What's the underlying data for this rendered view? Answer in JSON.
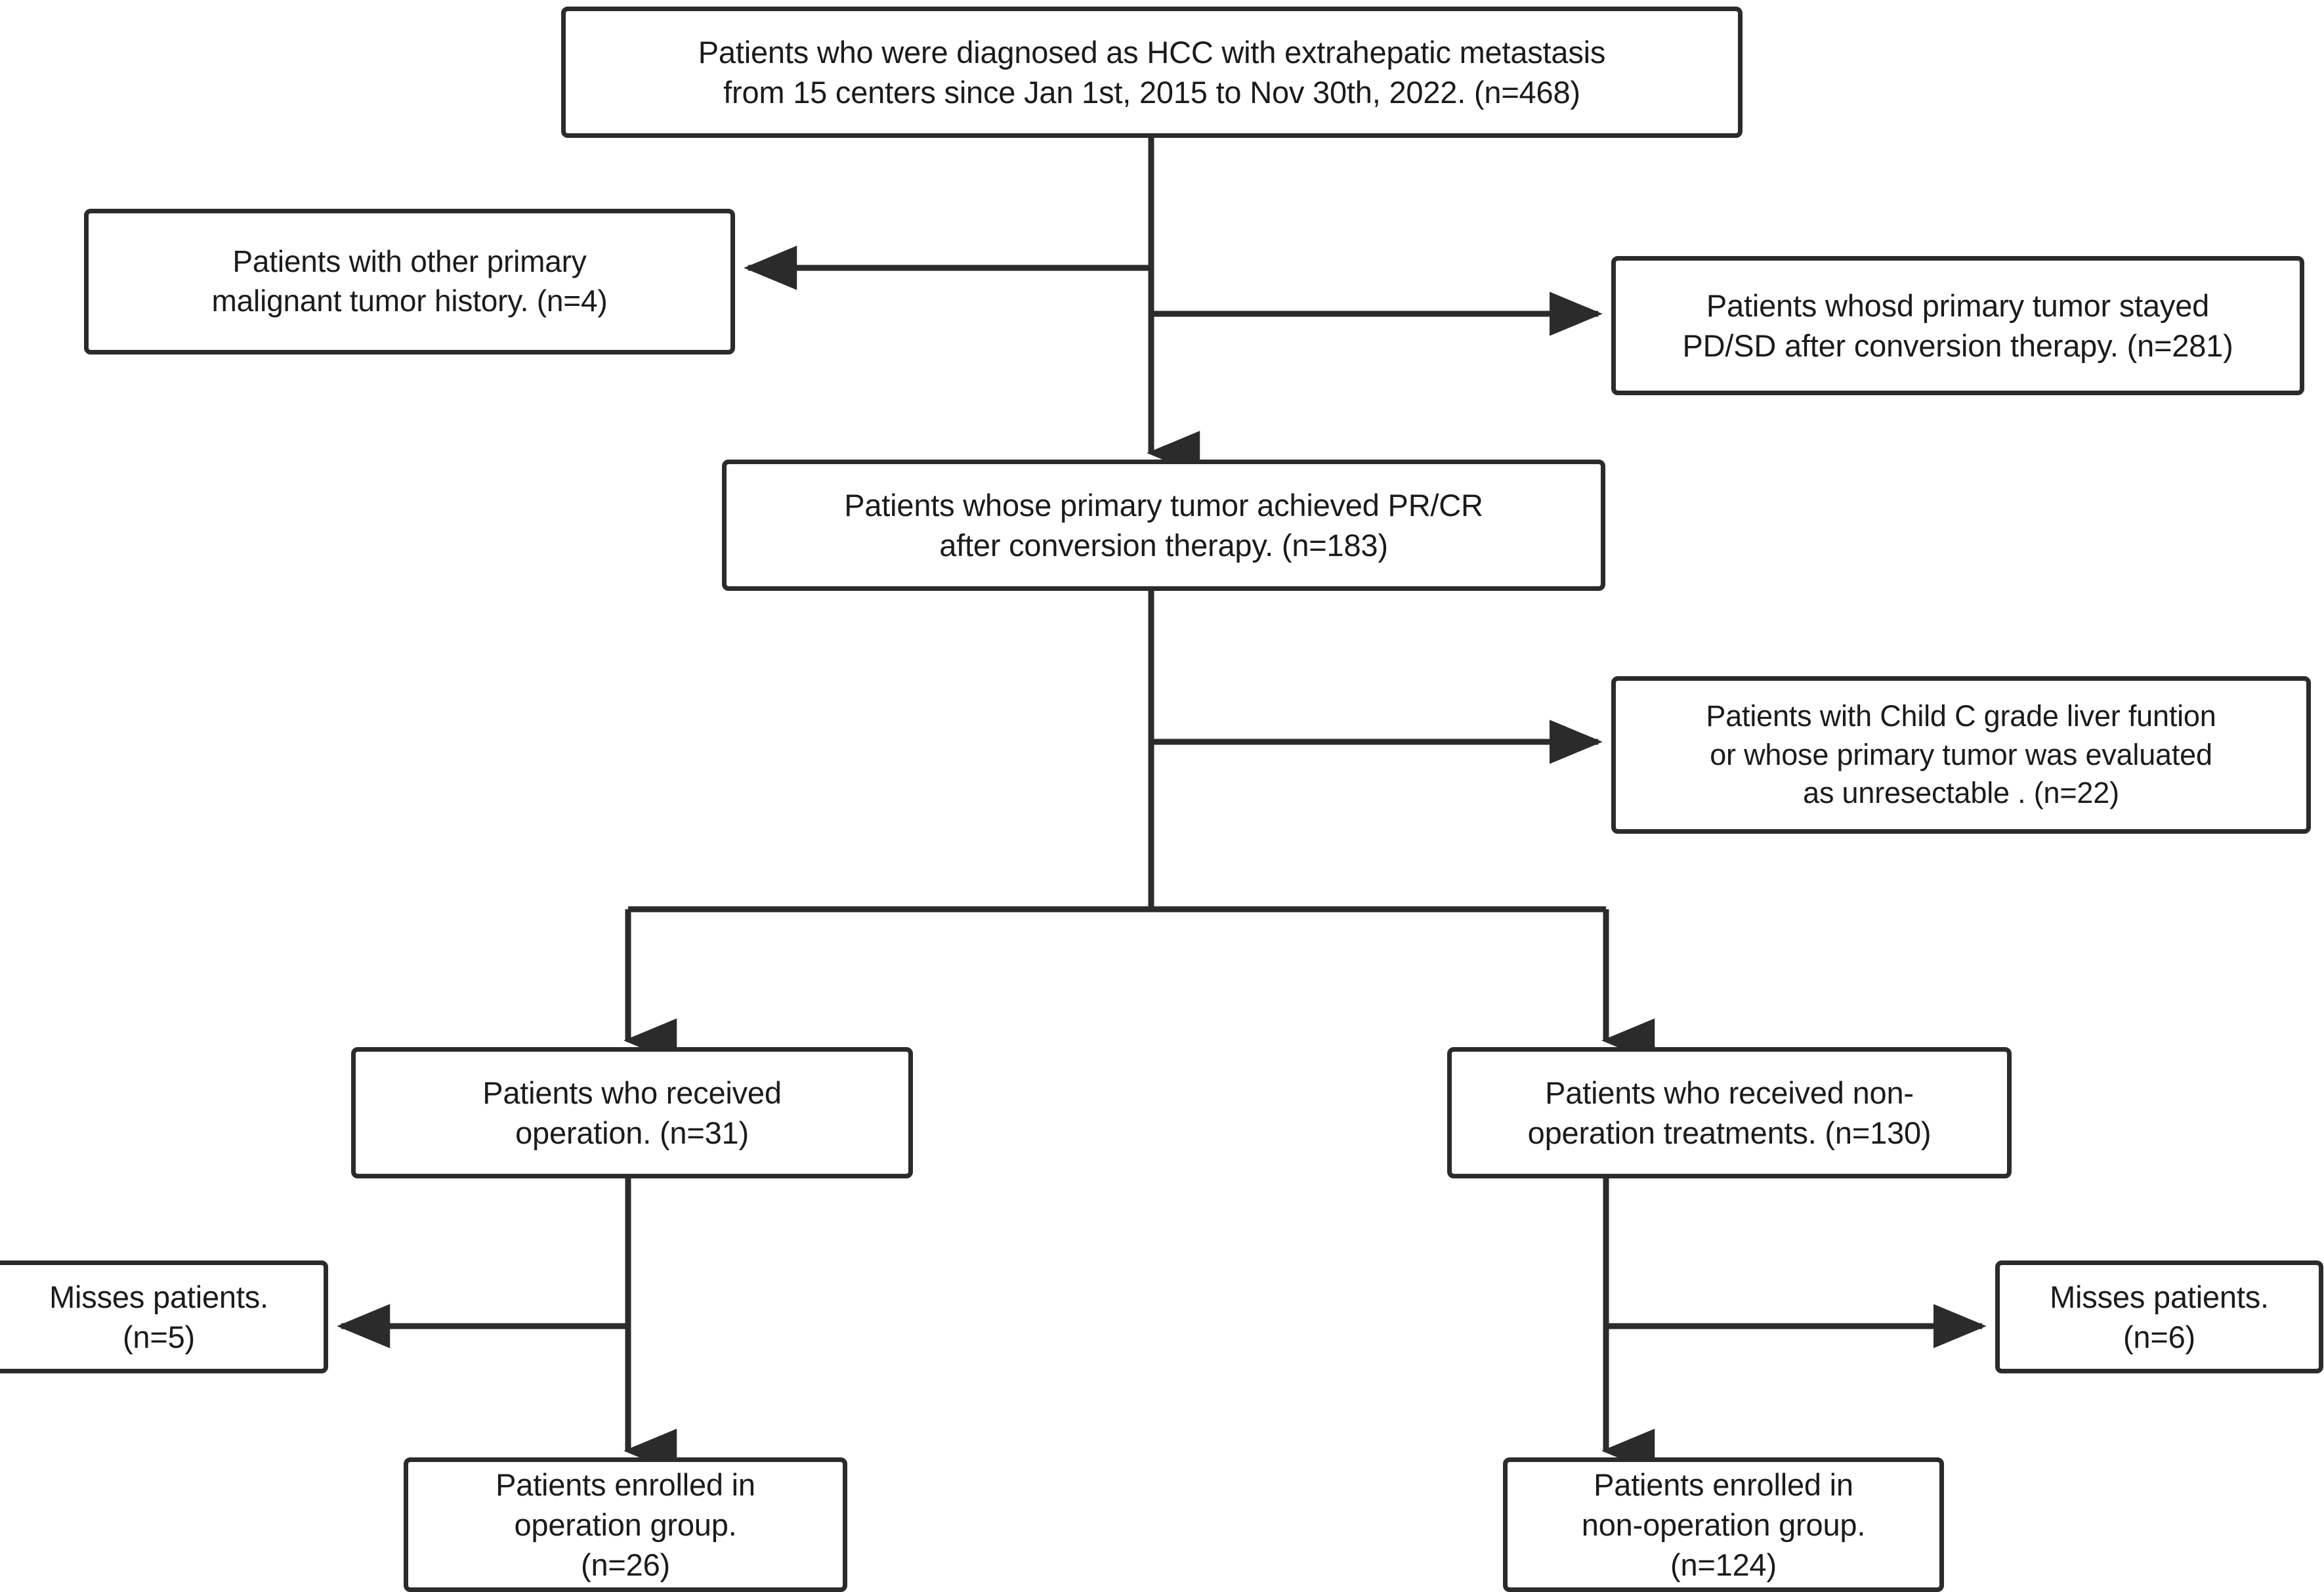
{
  "diagram": {
    "type": "flowchart",
    "title": "Patient enrollment flow diagram",
    "stroke_color": "#2b2b2b",
    "background_color": "#ffffff",
    "nodes": [
      {
        "id": "source",
        "text": "Patients who were diagnosed as HCC with extrahepatic metastasis\nfrom 15 centers since Jan 1st, 2015 to Nov 30th, 2022. (n=468)",
        "n": 468
      },
      {
        "id": "other_primary",
        "text": "Patients with other primary\nmalignant tumor history. (n=4)",
        "n": 4
      },
      {
        "id": "pdsd",
        "text": "Patients whosd primary tumor stayed\nPD/SD after conversion therapy. (n=281)",
        "n": 281
      },
      {
        "id": "prcr",
        "text": "Patients whose primary tumor achieved PR/CR\nafter conversion therapy. (n=183)",
        "n": 183
      },
      {
        "id": "childc",
        "text": "Patients with Child C grade liver funtion\nor whose primary tumor was evaluated\nas unresectable . (n=22)",
        "n": 22
      },
      {
        "id": "operation",
        "text": "Patients who received\noperation. (n=31)",
        "n": 31
      },
      {
        "id": "nonoperation",
        "text": "Patients who received non-\noperation treatments. (n=130)",
        "n": 130
      },
      {
        "id": "misses_left",
        "text": "Misses patients.\n(n=5)",
        "n": 5
      },
      {
        "id": "misses_right",
        "text": "Misses patients.\n(n=6)",
        "n": 6
      },
      {
        "id": "enrolled_operation",
        "text": "Patients enrolled in\noperation group.\n(n=26)",
        "n": 26
      },
      {
        "id": "enrolled_nonoperation",
        "text": "Patients enrolled in\nnon-operation group.\n(n=124)",
        "n": 124
      }
    ],
    "edges": [
      {
        "from": "source",
        "to": "other_primary",
        "direction": "left"
      },
      {
        "from": "source",
        "to": "pdsd",
        "direction": "right"
      },
      {
        "from": "source",
        "to": "prcr",
        "direction": "down"
      },
      {
        "from": "prcr",
        "to": "childc",
        "direction": "right"
      },
      {
        "from": "prcr",
        "to": "operation",
        "direction": "down-left"
      },
      {
        "from": "prcr",
        "to": "nonoperation",
        "direction": "down-right"
      },
      {
        "from": "operation",
        "to": "misses_left",
        "direction": "left"
      },
      {
        "from": "operation",
        "to": "enrolled_operation",
        "direction": "down"
      },
      {
        "from": "nonoperation",
        "to": "misses_right",
        "direction": "right"
      },
      {
        "from": "nonoperation",
        "to": "enrolled_nonoperation",
        "direction": "down"
      }
    ]
  }
}
